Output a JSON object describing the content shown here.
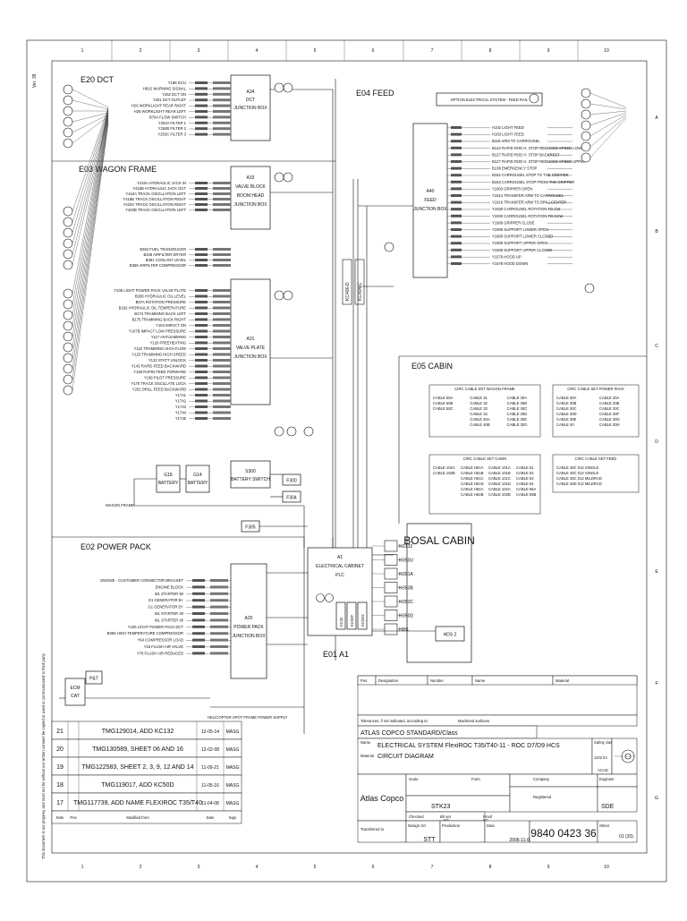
{
  "frame": {
    "columns": [
      "1",
      "2",
      "3",
      "4",
      "5",
      "6",
      "7",
      "8",
      "9",
      "10"
    ],
    "rows": [
      "A",
      "B",
      "C",
      "D",
      "E",
      "F",
      "G"
    ],
    "side_label": "Ver. 39"
  },
  "sections": {
    "dct": "E20 DCT",
    "wagon": "E03 WAGON FRAME",
    "feed": "E04 FEED",
    "cabin": "E05 CABIN",
    "power": "E02 POWER PACK",
    "e01": "E01 A1"
  },
  "boxes": {
    "a34": [
      "A34",
      "DCT",
      "JUNCTION BOX"
    ],
    "a33": [
      "A33",
      "VALVE BLOCK",
      "BOOM HEAD",
      "JUNCTION BOX"
    ],
    "a31": [
      "A31",
      "VALVE PLATE",
      "JUNCTION BOX"
    ],
    "a40": [
      "A40",
      "FEED",
      "JUNCTION BOX"
    ],
    "a20": [
      "A20",
      "POWER PACK",
      "JUNCTION BOX"
    ],
    "a1": [
      "A1",
      "ELECTRICAL CABINET",
      "PLC"
    ],
    "s300": [
      "S300",
      "BATTERY SWITCH"
    ],
    "g18": [
      "G18",
      "BATTERY"
    ],
    "g14": [
      "G14",
      "BATTERY"
    ],
    "f300": "F300",
    "f304": "F304",
    "f305": "F305",
    "bosal": "BOSAL CABIN",
    "hds2": "HDS 2",
    "ecm": [
      "ECM",
      "CAT"
    ],
    "pat": "P&T",
    "option": "OPTION ELECTRICAL SYSTEM - FEED RAIL"
  },
  "connectors": {
    "kc": [
      "KC132",
      "KC50U",
      "KC51A",
      "KC53B",
      "KC53C",
      "KC50D",
      "HDS"
    ],
    "feed_cables": [
      "KC406-D",
      "KC404-C"
    ],
    "a1_ports": [
      "KC32",
      "KC53F",
      "KC53G"
    ]
  },
  "labels": {
    "dct": [
      "Y19E ECU",
      "H81S WARNING SIGNAL",
      "Y252 DCT ON",
      "Y251 DCT OUTLET",
      "H26 WORKLIGHT REAR RIGHT",
      "H26 WORKLIGHT REAR LEFT",
      "B76A FLOW SWITCH",
      "Y254A FILTER 1",
      "Y254B FILTER 2",
      "Y253C FILTER 3"
    ],
    "wagon1": [
      "Y416A HYDRAULIC JACK IN",
      "Y416B HYDRAULIC JACK OUT",
      "Y418A TRACK OSCILLATION LEFT",
      "Y418B TRACK OSCILLATION RIGHT",
      "Y420A TRACK OSCILLATION RIGHT",
      "Y420B TRACK OSCILLATION LEFT"
    ],
    "wagon2": [
      "B352 FUEL TRANSDUCER",
      "B348 AIRFILTER DRYER",
      "B361 COOLANT LEVEL",
      "B366 AIRFILTER COMPRESSOR"
    ],
    "wagon3": [
      "Y105 LIGHT POWER PACK VALVE PLATE",
      "B206 HYDRAULIC OIL LEVEL",
      "B37A ROTATION PRESSURE",
      "B162 HYDRAULIC OIL TEMPERATURE",
      "B174 TRAMMING BACK LEFT",
      "B175 TRAMMING BACK RIGHT",
      "Y104 IMPACT ON",
      "Y107B IMPACT LOW PRESSURE",
      "Y117 ANTIJAMMING",
      "Y120 FREEHEATING",
      "Y122 TRAMMING HIGH FLOW",
      "Y123 TRAMMING HIGH SPEED",
      "Y133 STATT UNLOCK",
      "Y143 RAPID FEED BACKWARD",
      "Y150 RAPID FEED FORWARD",
      "Y169 PILOT PRESSURE",
      "Y170 TRACK OSCILLATE LOCK",
      "Y202 DRILL FEED BACKWARD",
      "Y1741",
      "Y1742",
      "Y1743",
      "Y1744",
      "Y1745"
    ],
    "feed": [
      "H102 LIGHT FEED",
      "H103 LIGHT FEED",
      "B116 ARM TO CARROUSEL",
      "B122 RAPID ROD H. STOP REDUCED SPEED LOWER",
      "B127 RAPID ROD H. STOP BACKREST",
      "B127 RAPID ROD H. STOP REDUCED SPEED UPPER",
      "B138 EMERGENCY STOP",
      "B162 CARROUSEL STOP TO THE GRIPPER",
      "B163 CARROUSEL STOP FROM THE GRIPPER",
      "Y1903 GRIPPER OPEN",
      "Y1914 TRANSFER ARM TO CARROUSEL",
      "Y1916 TRANSFER ARM TO DRILLCENTER",
      "Y1930 CARROUSEL ROTATION TO CW",
      "Y1930 CARROUSEL ROTATION TO CCW",
      "Y1906 GRIPPER CLOSE",
      "Y1909 SUPPORT LOWER OPEN",
      "Y1909 SUPPORT LOWER CLOSED",
      "Y1909 SUPPORT UPPER OPEN",
      "Y1909 SUPPORT UPPER CLOSED",
      "Y1576 HOOD UP",
      "Y1576 HOOD DOWN"
    ],
    "power": [
      "ENGINE - CUSTOMER CONNECTOR BRACKET",
      "ENGINE BLOCK",
      "M1 STARTER 50",
      "G1 GENERATOR B+",
      "G1 GENERATOR D+",
      "M1 STARTER 30",
      "M1 STARTER 30",
      "Y106 LIGHT POWER PACK DCT",
      "B366 HIGH TEMPERATURE COMPRESSOR",
      "Y64 COMPRESSOR LOAD",
      "Y16 FLUSH AIR VALVE",
      "Y76 FLUSH AIR REDUCED"
    ],
    "bottom": [
      "HELICOPTER SPOT FRAME POWER SUPPLY"
    ],
    "wagon_frame": "WAGON FRAME"
  },
  "cabin_tables": [
    {
      "title": "CIRC CABLE SET WAGON FRAME",
      "rows": [
        [
          "CABLE 50A",
          "CABLE 31",
          "CABLE 30A"
        ],
        [
          "CABLE 50B",
          "CABLE 32",
          "CABLE 30B"
        ],
        [
          "CABLE 50C",
          "CABLE 33",
          "CABLE 30C"
        ],
        [
          "",
          "CABLE 34",
          "CABLE 30D"
        ],
        [
          "",
          "CABLE 40A",
          "CABLE 30E"
        ],
        [
          "",
          "CABLE 40B",
          "CABLE 30G"
        ]
      ]
    },
    {
      "title": "CIRC CABLE SET POWER PACK",
      "rows": [
        [
          "CABLE 30A",
          "CABLE 20A"
        ],
        [
          "CABLE 30B",
          "CABLE 20B"
        ],
        [
          "CABLE 30C",
          "CABLE 20C"
        ],
        [
          "CABLE 30D",
          "CABLE 30F"
        ],
        [
          "CABLE 30E",
          "CABLE 30G"
        ],
        [
          "CABLE 40",
          "CABLE 30H"
        ]
      ]
    },
    {
      "title": "CIRC CABLE SET CABIN",
      "rows": [
        [
          "CABLE 102A",
          "CABLE H51A",
          "CABLE 101A",
          "CABLE 51"
        ],
        [
          "CABLE 102B",
          "CABLE H51B",
          "CABLE 101B",
          "CABLE 52"
        ],
        [
          "",
          "CABLE H51C",
          "CABLE 101C",
          "CABLE 53"
        ],
        [
          "",
          "CABLE H51D",
          "CABLE 101D",
          "CABLE 54"
        ],
        [
          "",
          "CABLE H52A",
          "CABLE 102A",
          "CABLE 55A"
        ],
        [
          "",
          "CABLE H52B",
          "CABLE 102B",
          "CABLE 55B"
        ]
      ]
    },
    {
      "title": "CIRC CABLE SET FEED",
      "rows": [
        [
          "CABLE 40C 012 SINGLE"
        ],
        [
          "CABLE 40C 012 SINGLE"
        ],
        [
          "CABLE 40C 012 MILDRAD"
        ],
        [
          "CABLE 40D 012 MILDRAD"
        ]
      ]
    }
  ],
  "revisions": [
    {
      "no": "21",
      "text": "TMG129014, ADD KC132",
      "date": "12-05-14",
      "sign": "MASG"
    },
    {
      "no": "20",
      "text": "TMG130589, SHEET 06 AND 16",
      "date": "12-02-08",
      "sign": "MASG"
    },
    {
      "no": "19",
      "text": "TMG122583, SHEET 2, 3, 9, 12 AND 14",
      "date": "11-09-21",
      "sign": "MASG"
    },
    {
      "no": "18",
      "text": "TMG119017, ADD KC50D",
      "date": "11-05-16",
      "sign": "MASG"
    },
    {
      "no": "17",
      "text": "TMG117739, ADD NAME FLEXIROC T35/T40",
      "date": "11-04-08",
      "sign": "MASG"
    }
  ],
  "revision_header": {
    "no": "Note",
    "pos": "Pos",
    "text": "Modified from",
    "date": "Date",
    "sign": "Sign"
  },
  "title_block": {
    "pos": "Pos",
    "designation": "Designation",
    "number": "Number",
    "name": "Name",
    "material": "Material",
    "tolerances": "Tolerances, if not indicated, according to:",
    "machined": "Machined surfaces",
    "standard": "ATLAS COPCO STANDARD/Class",
    "name_label": "Name",
    "title1": "ELECTRICAL SYSTEM  FlexiROC T35/T40-11 - ROC D7/D9 HCS",
    "material_label": "Material",
    "title2": "CIRCUIT DIAGRAM",
    "weight": "1102 kV",
    "drawn_in": "ACAD",
    "safety": "Safety class",
    "company": "Atlas Copco",
    "scale_label": "Scale",
    "form_label": "Form",
    "sheet_size": "3",
    "company_label": "Company",
    "drawn_label": "Engineer",
    "drawn_by": "STK23",
    "registered": "Registered",
    "engineer": "SDE",
    "checked": "Checked",
    "bh_set": "Bh set",
    "proof": "Proof",
    "transferred": "Transferred to",
    "design_ctrl": "Design ctrl",
    "produced": "Production",
    "date_label": "Date",
    "date": "2006-11-03",
    "drawing_no": "9840 0423 36",
    "sheet_label": "Sheet",
    "sheet": "01 (20)",
    "design_ctrl_val": "STT",
    "kg1": "KG",
    "kg2": "KG"
  },
  "copyright": "This document is our property and must not be without our written consent be copied or used or communicated to third party"
}
